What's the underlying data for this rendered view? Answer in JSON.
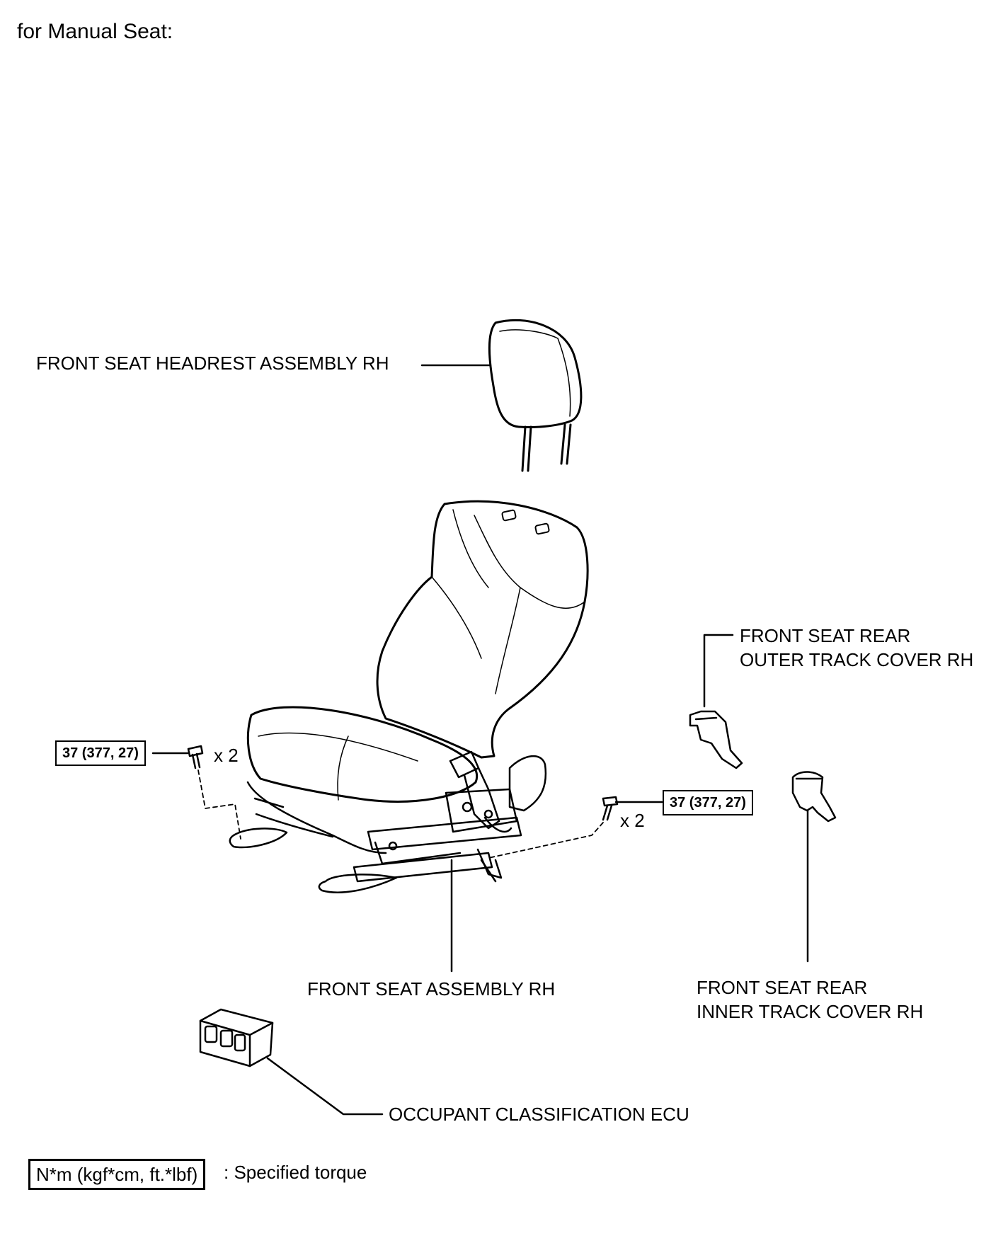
{
  "title": "for Manual Seat:",
  "labels": {
    "headrest": "FRONT SEAT HEADREST ASSEMBLY RH",
    "outer_track_1": "FRONT SEAT REAR",
    "outer_track_2": "OUTER TRACK COVER RH",
    "seat_assembly": "FRONT SEAT ASSEMBLY RH",
    "inner_track_1": "FRONT SEAT REAR",
    "inner_track_2": "INNER TRACK COVER RH",
    "ecu": "OCCUPANT CLASSIFICATION ECU"
  },
  "torque": {
    "left_value": "37 (377, 27)",
    "right_value": "37 (377, 27)",
    "left_qty": "x 2",
    "right_qty": "x 2"
  },
  "legend": {
    "unit": "N*m (kgf*cm, ft.*lbf)",
    "text": ": Specified torque"
  }
}
